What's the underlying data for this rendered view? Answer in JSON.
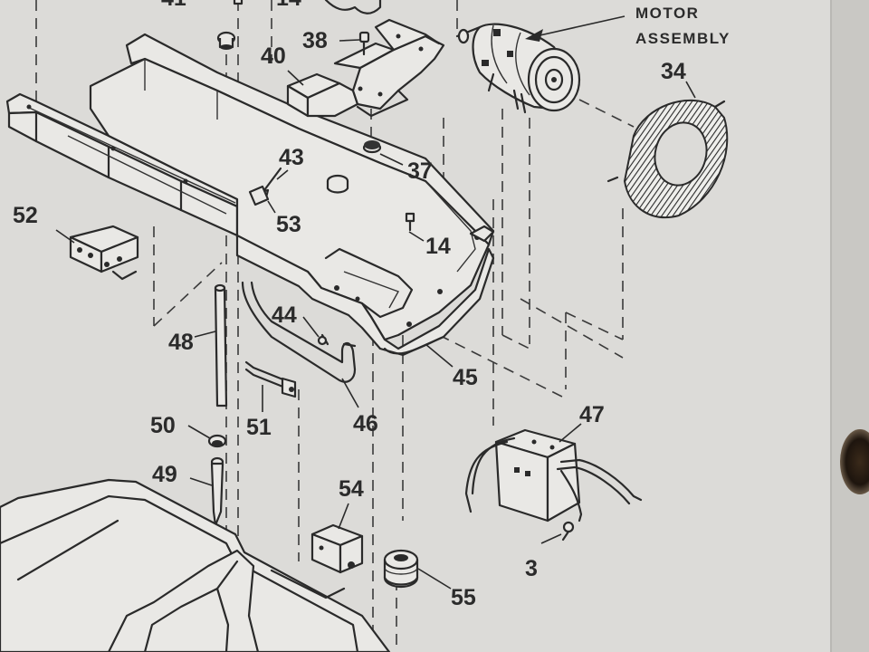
{
  "diagram": {
    "callouts": {
      "motor_assembly_line1": "MOTOR",
      "motor_assembly_line2": "ASSEMBLY",
      "p34": "34",
      "p38": "38",
      "p40": "40",
      "p37": "37",
      "p43": "43",
      "p53": "53",
      "p52": "52",
      "p14": "14",
      "p44": "44",
      "p48": "48",
      "p45": "45",
      "p46": "46",
      "p51": "51",
      "p47": "47",
      "p50": "50",
      "p49": "49",
      "p54": "54",
      "p3": "3",
      "p55": "55"
    }
  }
}
